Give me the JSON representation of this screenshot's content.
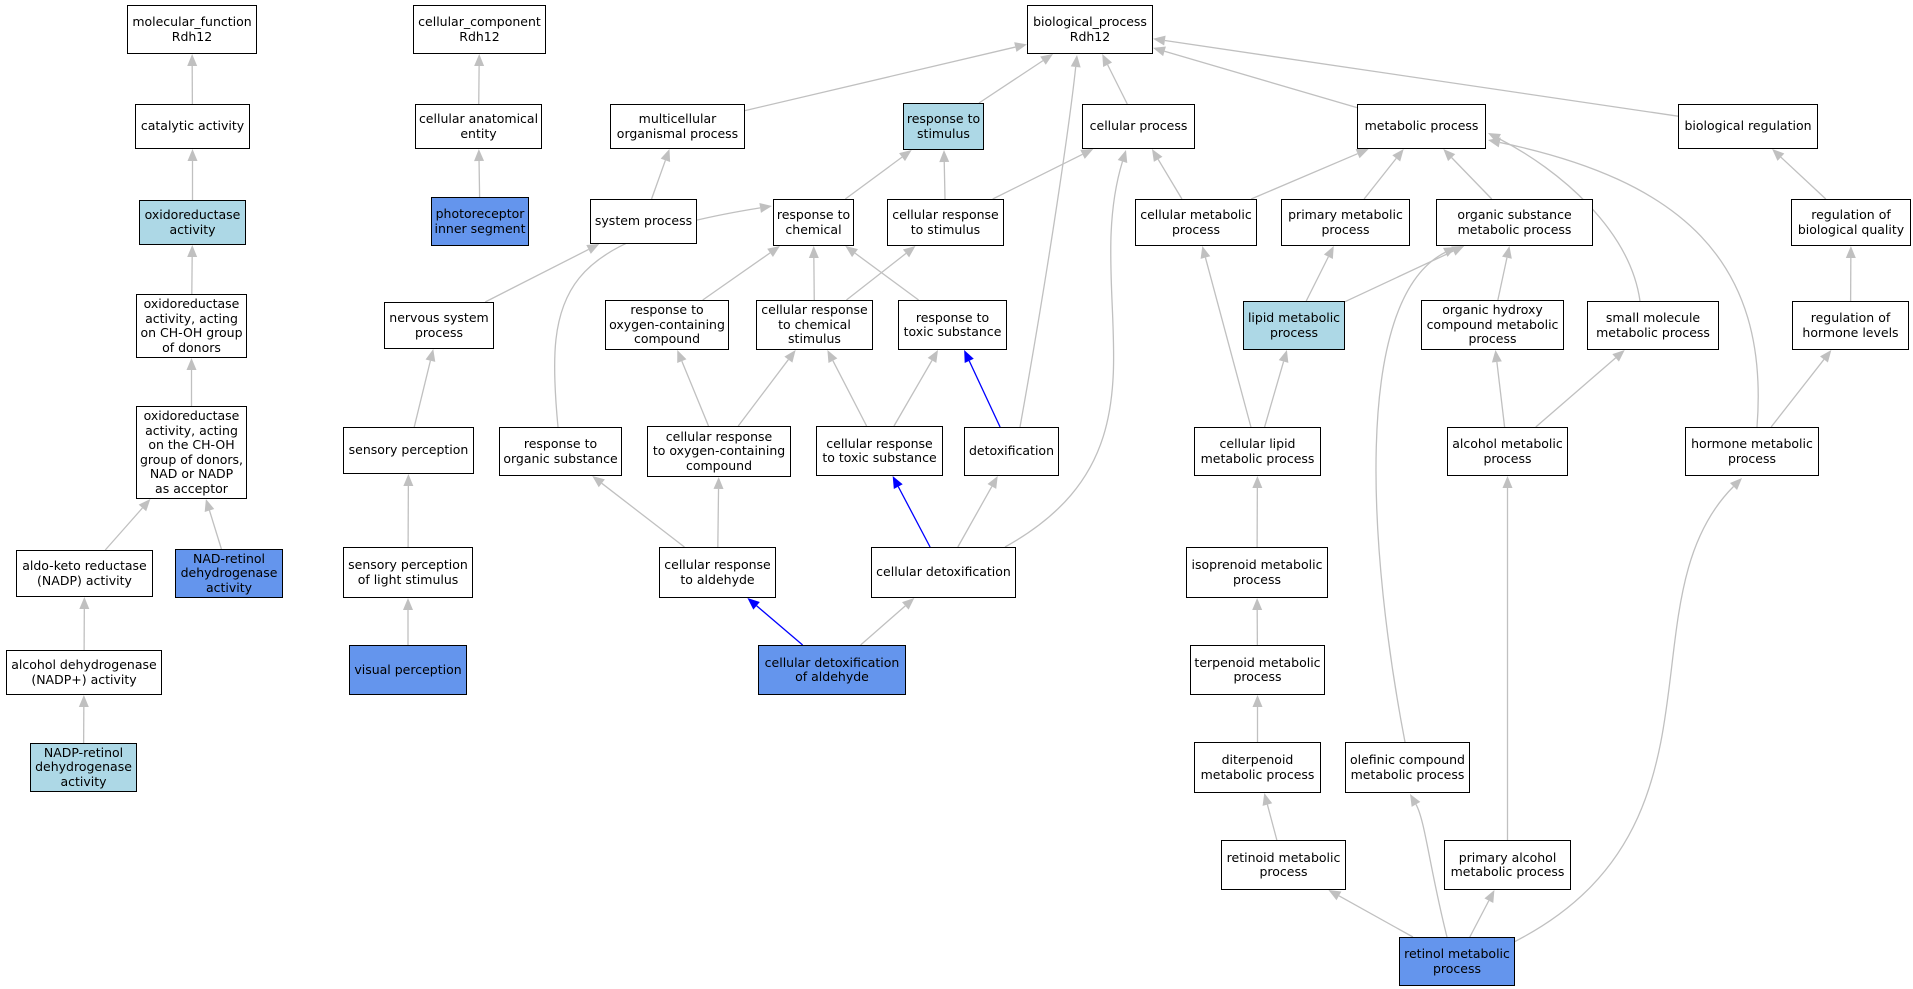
{
  "diagram": {
    "title": "",
    "colors": {
      "node_default": "#ffffff",
      "node_light": "#add8e6",
      "node_dark": "#6495ed",
      "edge_default": "#c0c0c0",
      "edge_highlight": "#0000ff"
    },
    "nodes": [
      {
        "id": "mf",
        "label": "molecular_function\nRdh12",
        "fill": "white"
      },
      {
        "id": "catalytic",
        "label": "catalytic activity",
        "fill": "white"
      },
      {
        "id": "oxidoreductase",
        "label": "oxidoreductase\nactivity",
        "fill": "light"
      },
      {
        "id": "oxchoh",
        "label": "oxidoreductase\nactivity, acting\non CH-OH group\nof donors",
        "fill": "white"
      },
      {
        "id": "oxnad",
        "label": "oxidoreductase\nactivity, acting\non the CH-OH\ngroup of donors,\nNAD or NADP\nas acceptor",
        "fill": "white"
      },
      {
        "id": "aldoketo",
        "label": "aldo-keto reductase\n(NADP) activity",
        "fill": "white"
      },
      {
        "id": "nadretinol",
        "label": "NAD-retinol\ndehydrogenase\nactivity",
        "fill": "dark"
      },
      {
        "id": "alcoholdh",
        "label": "alcohol dehydrogenase\n(NADP+) activity",
        "fill": "white"
      },
      {
        "id": "nadpretinol",
        "label": "NADP-retinol\ndehydrogenase\nactivity",
        "fill": "light"
      },
      {
        "id": "cc",
        "label": "cellular_component\nRdh12",
        "fill": "white"
      },
      {
        "id": "anatomical",
        "label": "cellular anatomical\nentity",
        "fill": "white"
      },
      {
        "id": "photoreceptor",
        "label": "photoreceptor\ninner segment",
        "fill": "dark"
      },
      {
        "id": "bp",
        "label": "biological_process\nRdh12",
        "fill": "white"
      },
      {
        "id": "multicellular",
        "label": "multicellular\norganismal process",
        "fill": "white"
      },
      {
        "id": "responsestim",
        "label": "response to\nstimulus",
        "fill": "light"
      },
      {
        "id": "cellularprocess",
        "label": "cellular process",
        "fill": "white"
      },
      {
        "id": "metabolic",
        "label": "metabolic process",
        "fill": "white"
      },
      {
        "id": "bioreg",
        "label": "biological regulation",
        "fill": "white"
      },
      {
        "id": "system",
        "label": "system process",
        "fill": "white"
      },
      {
        "id": "respchem",
        "label": "response to\nchemical",
        "fill": "white"
      },
      {
        "id": "cellrespstim",
        "label": "cellular response\nto stimulus",
        "fill": "white"
      },
      {
        "id": "cellmetab",
        "label": "cellular metabolic\nprocess",
        "fill": "white"
      },
      {
        "id": "primarymetab",
        "label": "primary metabolic\nprocess",
        "fill": "white"
      },
      {
        "id": "orgsubst",
        "label": "organic substance\nmetabolic process",
        "fill": "white"
      },
      {
        "id": "regbioqual",
        "label": "regulation of\nbiological quality",
        "fill": "white"
      },
      {
        "id": "nervous",
        "label": "nervous system\nprocess",
        "fill": "white"
      },
      {
        "id": "respoxy",
        "label": "response to\noxygen-containing\ncompound",
        "fill": "white"
      },
      {
        "id": "cellrespchem",
        "label": "cellular response\nto chemical\nstimulus",
        "fill": "white"
      },
      {
        "id": "resptoxic",
        "label": "response to\ntoxic substance",
        "fill": "white"
      },
      {
        "id": "lipidmetab",
        "label": "lipid metabolic\nprocess",
        "fill": "light"
      },
      {
        "id": "orghydroxy",
        "label": "organic hydroxy\ncompound metabolic\nprocess",
        "fill": "white"
      },
      {
        "id": "smallmol",
        "label": "small molecule\nmetabolic process",
        "fill": "white"
      },
      {
        "id": "reghormone",
        "label": "regulation of\nhormone levels",
        "fill": "white"
      },
      {
        "id": "sensory",
        "label": "sensory perception",
        "fill": "white"
      },
      {
        "id": "resporganic",
        "label": "response to\norganic substance",
        "fill": "white"
      },
      {
        "id": "cellrespoxy",
        "label": "cellular response\nto oxygen-containing\ncompound",
        "fill": "white"
      },
      {
        "id": "cellresptoxic",
        "label": "cellular response\nto toxic substance",
        "fill": "white"
      },
      {
        "id": "detox",
        "label": "detoxification",
        "fill": "white"
      },
      {
        "id": "celllipid",
        "label": "cellular lipid\nmetabolic process",
        "fill": "white"
      },
      {
        "id": "alcoholmetab",
        "label": "alcohol metabolic\nprocess",
        "fill": "white"
      },
      {
        "id": "hormonemetab",
        "label": "hormone metabolic\nprocess",
        "fill": "white"
      },
      {
        "id": "sensorylight",
        "label": "sensory perception\nof light stimulus",
        "fill": "white"
      },
      {
        "id": "cellrespald",
        "label": "cellular response\nto aldehyde",
        "fill": "white"
      },
      {
        "id": "celldetox",
        "label": "cellular detoxification",
        "fill": "white"
      },
      {
        "id": "isoprenoid",
        "label": "isoprenoid metabolic\nprocess",
        "fill": "white"
      },
      {
        "id": "visual",
        "label": "visual perception",
        "fill": "dark"
      },
      {
        "id": "celldetoxald",
        "label": "cellular detoxification\nof aldehyde",
        "fill": "dark"
      },
      {
        "id": "terpenoid",
        "label": "terpenoid metabolic\nprocess",
        "fill": "white"
      },
      {
        "id": "diterpenoid",
        "label": "diterpenoid\nmetabolic process",
        "fill": "white"
      },
      {
        "id": "olefinic",
        "label": "olefinic compound\nmetabolic process",
        "fill": "white"
      },
      {
        "id": "retinoid",
        "label": "retinoid metabolic\nprocess",
        "fill": "white"
      },
      {
        "id": "primaryalcohol",
        "label": "primary alcohol\nmetabolic process",
        "fill": "white"
      },
      {
        "id": "retinol",
        "label": "retinol metabolic\nprocess",
        "fill": "dark"
      }
    ],
    "edges": [
      {
        "from": "catalytic",
        "to": "mf",
        "color": "gray"
      },
      {
        "from": "oxidoreductase",
        "to": "catalytic",
        "color": "gray"
      },
      {
        "from": "oxchoh",
        "to": "oxidoreductase",
        "color": "gray"
      },
      {
        "from": "oxnad",
        "to": "oxchoh",
        "color": "gray"
      },
      {
        "from": "aldoketo",
        "to": "oxnad",
        "color": "gray"
      },
      {
        "from": "nadretinol",
        "to": "oxnad",
        "color": "gray"
      },
      {
        "from": "alcoholdh",
        "to": "aldoketo",
        "color": "gray"
      },
      {
        "from": "nadpretinol",
        "to": "alcoholdh",
        "color": "gray"
      },
      {
        "from": "anatomical",
        "to": "cc",
        "color": "gray"
      },
      {
        "from": "photoreceptor",
        "to": "anatomical",
        "color": "gray"
      },
      {
        "from": "multicellular",
        "to": "bp",
        "color": "gray"
      },
      {
        "from": "responsestim",
        "to": "bp",
        "color": "gray"
      },
      {
        "from": "cellularprocess",
        "to": "bp",
        "color": "gray"
      },
      {
        "from": "metabolic",
        "to": "bp",
        "color": "gray"
      },
      {
        "from": "bioreg",
        "to": "bp",
        "color": "gray"
      },
      {
        "from": "detox",
        "to": "bp",
        "color": "gray"
      },
      {
        "from": "system",
        "to": "multicellular",
        "color": "gray"
      },
      {
        "from": "respchem",
        "to": "responsestim",
        "color": "gray"
      },
      {
        "from": "cellrespstim",
        "to": "responsestim",
        "color": "gray"
      },
      {
        "from": "cellrespstim",
        "to": "cellularprocess",
        "color": "gray"
      },
      {
        "from": "cellmetab",
        "to": "cellularprocess",
        "color": "gray"
      },
      {
        "from": "celldetox",
        "to": "cellularprocess",
        "color": "gray"
      },
      {
        "from": "cellmetab",
        "to": "metabolic",
        "color": "gray"
      },
      {
        "from": "primarymetab",
        "to": "metabolic",
        "color": "gray"
      },
      {
        "from": "orgsubst",
        "to": "metabolic",
        "color": "gray"
      },
      {
        "from": "smallmol",
        "to": "metabolic",
        "color": "gray"
      },
      {
        "from": "hormonemetab",
        "to": "metabolic",
        "color": "gray"
      },
      {
        "from": "regbioqual",
        "to": "bioreg",
        "color": "gray"
      },
      {
        "from": "nervous",
        "to": "system",
        "color": "gray"
      },
      {
        "from": "respoxy",
        "to": "respchem",
        "color": "gray"
      },
      {
        "from": "cellrespchem",
        "to": "respchem",
        "color": "gray"
      },
      {
        "from": "resptoxic",
        "to": "respchem",
        "color": "gray"
      },
      {
        "from": "resporganic",
        "to": "respchem",
        "color": "gray"
      },
      {
        "from": "cellrespchem",
        "to": "cellrespstim",
        "color": "gray"
      },
      {
        "from": "celllipid",
        "to": "cellmetab",
        "color": "gray"
      },
      {
        "from": "lipidmetab",
        "to": "primarymetab",
        "color": "gray"
      },
      {
        "from": "lipidmetab",
        "to": "orgsubst",
        "color": "gray"
      },
      {
        "from": "orghydroxy",
        "to": "orgsubst",
        "color": "gray"
      },
      {
        "from": "olefinic",
        "to": "orgsubst",
        "color": "gray"
      },
      {
        "from": "reghormone",
        "to": "regbioqual",
        "color": "gray"
      },
      {
        "from": "sensory",
        "to": "nervous",
        "color": "gray"
      },
      {
        "from": "cellrespoxy",
        "to": "respoxy",
        "color": "gray"
      },
      {
        "from": "cellrespoxy",
        "to": "cellrespchem",
        "color": "gray"
      },
      {
        "from": "cellresptoxic",
        "to": "cellrespchem",
        "color": "gray"
      },
      {
        "from": "cellresptoxic",
        "to": "resptoxic",
        "color": "gray"
      },
      {
        "from": "detox",
        "to": "resptoxic",
        "color": "blue"
      },
      {
        "from": "celllipid",
        "to": "lipidmetab",
        "color": "gray"
      },
      {
        "from": "alcoholmetab",
        "to": "orghydroxy",
        "color": "gray"
      },
      {
        "from": "alcoholmetab",
        "to": "smallmol",
        "color": "gray"
      },
      {
        "from": "hormonemetab",
        "to": "reghormone",
        "color": "gray"
      },
      {
        "from": "sensorylight",
        "to": "sensory",
        "color": "gray"
      },
      {
        "from": "cellrespald",
        "to": "resporganic",
        "color": "gray"
      },
      {
        "from": "cellrespald",
        "to": "cellrespoxy",
        "color": "gray"
      },
      {
        "from": "celldetox",
        "to": "cellresptoxic",
        "color": "blue"
      },
      {
        "from": "celldetox",
        "to": "detox",
        "color": "gray"
      },
      {
        "from": "isoprenoid",
        "to": "celllipid",
        "color": "gray"
      },
      {
        "from": "primaryalcohol",
        "to": "alcoholmetab",
        "color": "gray"
      },
      {
        "from": "retinol",
        "to": "hormonemetab",
        "color": "gray"
      },
      {
        "from": "visual",
        "to": "sensorylight",
        "color": "gray"
      },
      {
        "from": "celldetoxald",
        "to": "cellrespald",
        "color": "blue"
      },
      {
        "from": "celldetoxald",
        "to": "celldetox",
        "color": "gray"
      },
      {
        "from": "terpenoid",
        "to": "isoprenoid",
        "color": "gray"
      },
      {
        "from": "diterpenoid",
        "to": "terpenoid",
        "color": "gray"
      },
      {
        "from": "retinoid",
        "to": "diterpenoid",
        "color": "gray"
      },
      {
        "from": "retinol",
        "to": "retinoid",
        "color": "gray"
      },
      {
        "from": "retinol",
        "to": "primaryalcohol",
        "color": "gray"
      },
      {
        "from": "retinol",
        "to": "olefinic",
        "color": "gray"
      }
    ]
  }
}
